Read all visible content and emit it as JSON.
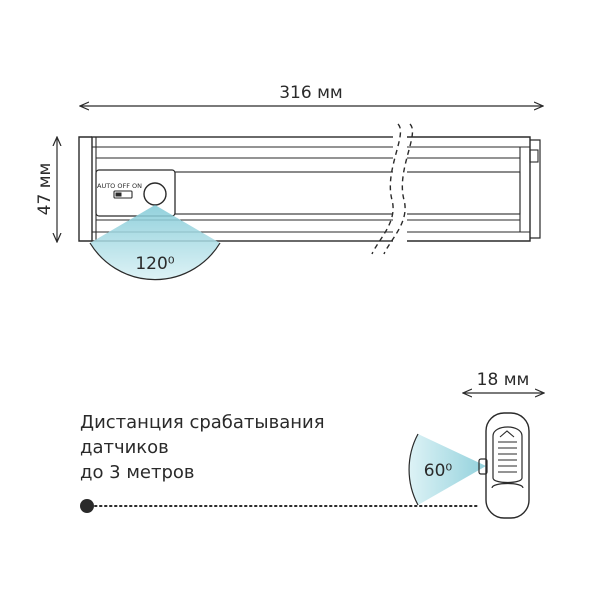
{
  "dimensions": {
    "length": "316 мм",
    "height": "47 мм",
    "depth": "18 мм"
  },
  "sensor": {
    "front_angle": "120⁰",
    "side_angle": "60⁰",
    "switch_label": "AUTO OFF ON"
  },
  "description": {
    "lines": [
      "Дистанция срабатывания",
      "датчиков",
      "до 3 метров"
    ]
  },
  "colors": {
    "line": "#2a2a2a",
    "sensor_beam": "#a8dde6",
    "sensor_beam_dark": "#7fc9d6"
  }
}
